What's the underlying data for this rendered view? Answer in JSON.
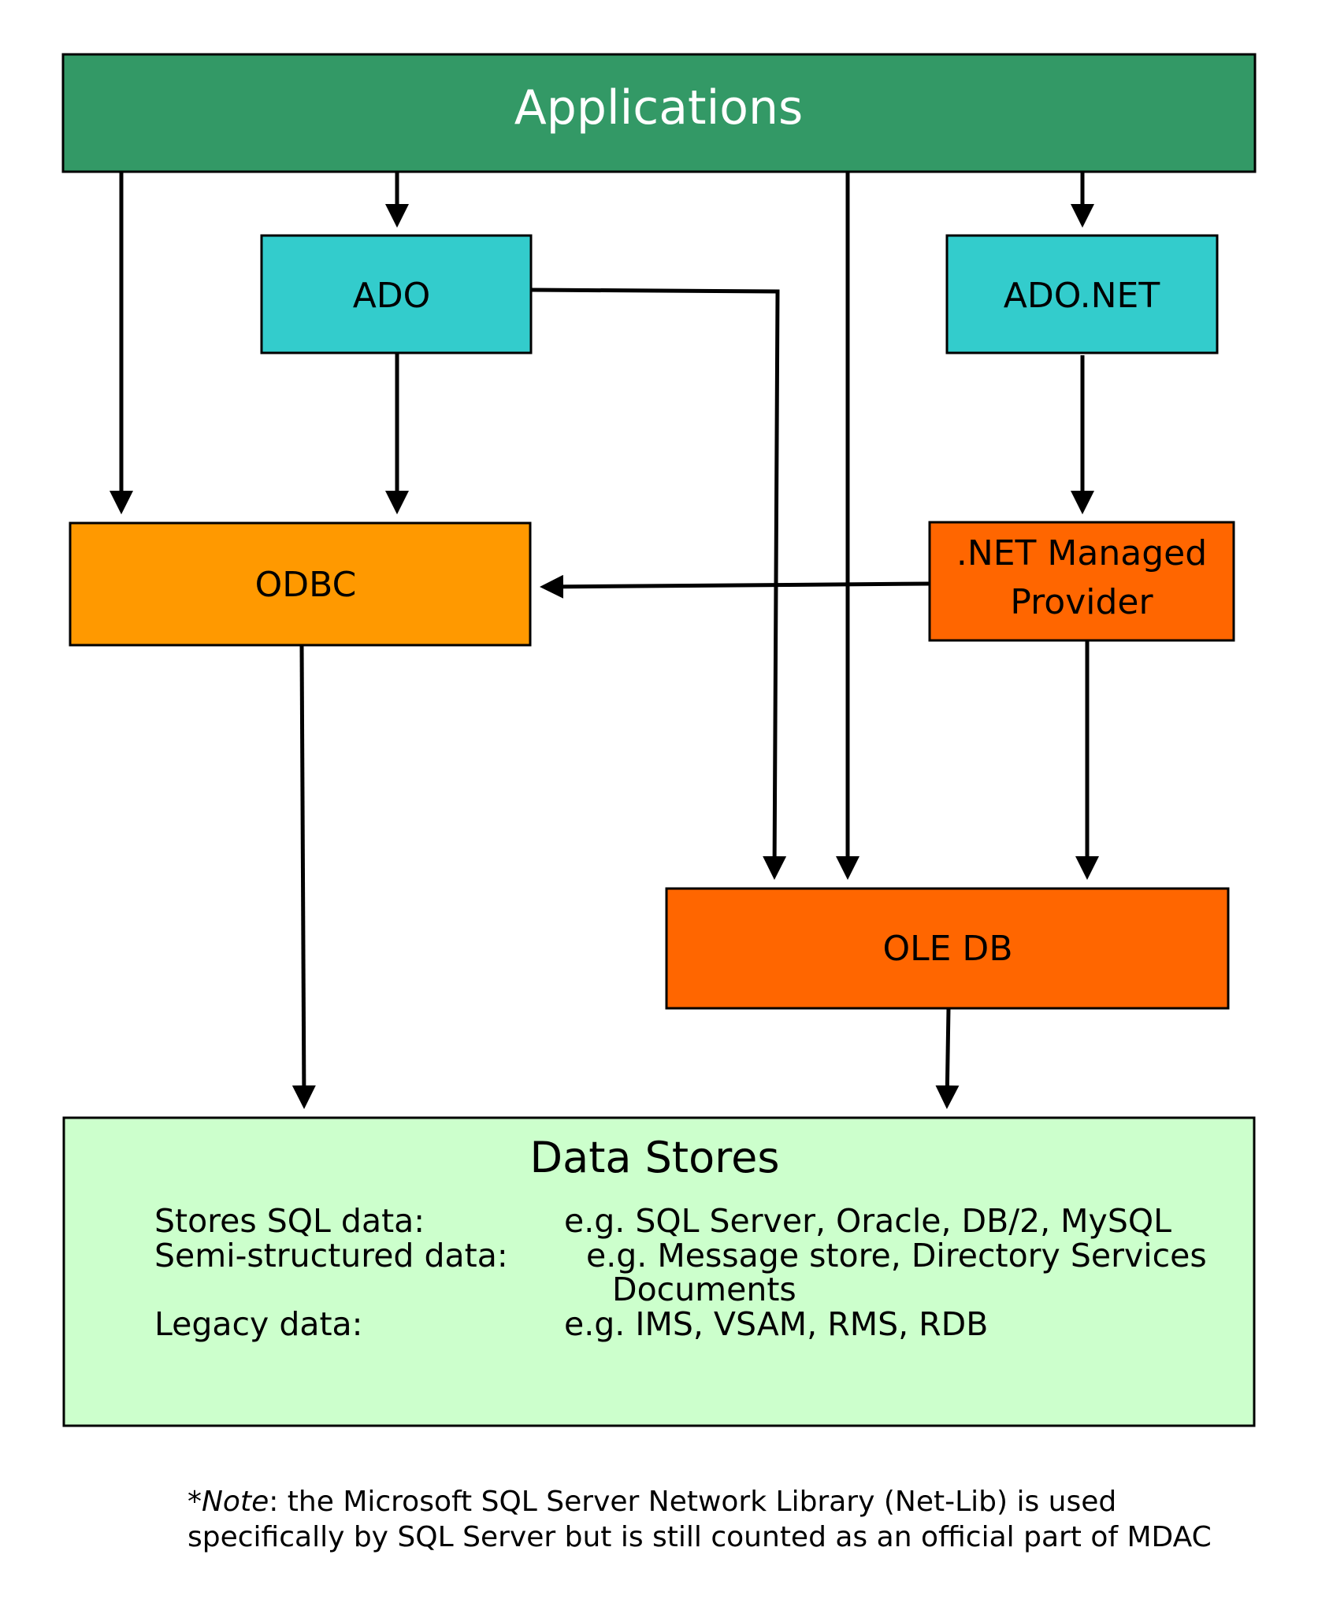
{
  "nodes": {
    "applications": {
      "label": "Applications",
      "color": "#339966"
    },
    "ado": {
      "label": "ADO",
      "color": "#33CCCC"
    },
    "adonet": {
      "label": "ADO.NET",
      "color": "#33CCCC"
    },
    "odbc": {
      "label": "ODBC",
      "color": "#FF9900"
    },
    "netprovider": {
      "line1": ".NET Managed",
      "line2": "Provider",
      "color": "#FF6600"
    },
    "oledb": {
      "label": "OLE DB",
      "color": "#FF6600"
    },
    "datastores": {
      "title": "Data Stores",
      "color": "#CCFFCC",
      "rows": [
        {
          "kind": "Stores SQL data:",
          "examples": "e.g. SQL Server, Oracle, DB/2, MySQL"
        },
        {
          "kind": "Semi-structured data:",
          "examples": "e.g. Message store, Directory Services",
          "extra": "Documents"
        },
        {
          "kind": "Legacy data:",
          "examples": "e.g. IMS, VSAM, RMS, RDB"
        }
      ]
    }
  },
  "edges": [
    [
      "Applications",
      "ODBC"
    ],
    [
      "Applications",
      "ADO"
    ],
    [
      "Applications",
      "OLE DB"
    ],
    [
      "Applications",
      "ADO.NET"
    ],
    [
      "ADO",
      "OLE DB"
    ],
    [
      "ADO",
      "ODBC"
    ],
    [
      "ADO.NET",
      ".NET Managed Provider"
    ],
    [
      ".NET Managed Provider",
      "ODBC"
    ],
    [
      ".NET Managed Provider",
      "OLE DB"
    ],
    [
      "ODBC",
      "Data Stores"
    ],
    [
      "OLE DB",
      "Data Stores"
    ]
  ],
  "note": {
    "prefix": "*",
    "emph": "Note",
    "line1_rest": ": the Microsoft SQL Server Network Library (Net-Lib) is used",
    "line2": "specifically by SQL Server but is still counted as an official part of MDAC"
  }
}
